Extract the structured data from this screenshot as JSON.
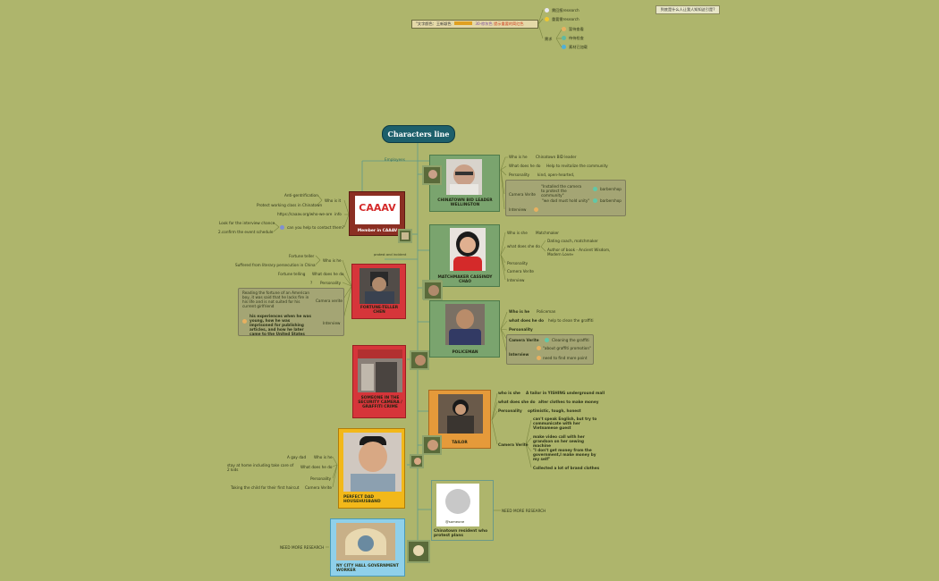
{
  "title": "Characters line",
  "note": "到底是什么人让我人知知这引是?",
  "header": {
    "prefix": "\"文字颜色：王新颖色",
    "middle": "30-棕灰色",
    "suffix": "提示重要的简红色"
  },
  "header_items": [
    "需回报research",
    "重要需research",
    "需求",
    "暂待查看",
    "待待检查",
    "素材已加载"
  ],
  "connector_label": "Employees",
  "connector_label2": "protest and incident",
  "characters": {
    "wellington": {
      "name": "CHINATOWN BID LEADER WELLINGTON",
      "rows": [
        {
          "k": "Who is he",
          "v": "Chinatown BID leader"
        },
        {
          "k": "What does he do",
          "v": "Help to revitalize the community"
        },
        {
          "k": "Personality",
          "v": "kind, open-hearted,"
        }
      ],
      "camera_label": "Camera Verite",
      "camera_q1": "\"Installed the camera to protect the community\"",
      "camera_t1": "barbershop",
      "camera_q2": "\"we dad must hold unity\"",
      "camera_t2": "barbershop",
      "interview": "Interview"
    },
    "cassandy": {
      "name": "MATCHMAKER  CASSINDY CHAO",
      "rows": [
        {
          "k": "Who is she",
          "v": "Matchmaker"
        },
        {
          "k": "what does she do",
          "v": "Dating coach, matchmaker"
        },
        {
          "k": "",
          "v": "Author of book - Ancient Wisdom, Modern Love»"
        }
      ],
      "personality": "Personality",
      "camera": "Camera Verite",
      "interview": "Interview"
    },
    "policeman": {
      "name": "POLICEMAN",
      "rows": [
        {
          "k": "Who is he",
          "v": "Policeman"
        },
        {
          "k": "what does he do",
          "v": "help to clean the graffiti"
        },
        {
          "k": "Personality",
          "v": ""
        }
      ],
      "camera_label": "Camera Verite",
      "camera_v": "Cleaning the graffiti",
      "interview": "Interview",
      "interview_q1": "\"about graffiti promotion\"",
      "interview_q2": "need to find more point"
    },
    "tailor": {
      "name": "TAILOR",
      "rows": [
        {
          "k": "who is she",
          "v": "A tailor in YISHING underground mall"
        },
        {
          "k": "what does she do",
          "v": "alter  clothes to make money"
        },
        {
          "k": "Personality",
          "v": "optimistic, tough, honest"
        }
      ],
      "camera": "Camera Verite",
      "camera_items": [
        "can't speak English, but try to communicate with her Vietnamese guest",
        "make video call with her grandson on her sewing machine",
        "\"I don't get money from the government,I make money by my self\"",
        "Collected a lot of brand clothes"
      ]
    },
    "resident": {
      "name": "Chinatown resident who protest plans",
      "handle": "@someone",
      "note": "NEED MORE RESEARCH"
    },
    "caaav": {
      "name": "Member in CAAAV",
      "logo": "CAAAV",
      "who": "Who is it",
      "who_v1": "Anti-gentrification",
      "who_v2": "Protect working class in Chinatown",
      "info": "info",
      "info_v": "https://caaav.org/who-we-are",
      "help": "can you help to contact them?",
      "help_v1": "Look for the interview chance",
      "help_v2": "2.confirm the event schedule"
    },
    "fortune": {
      "name": "FORTUNE-TELLER CHEN",
      "who": "Who is he",
      "who_v1": "Fortune teller",
      "who_v2": "Suffered from literary persecution in China",
      "do": "What does he do",
      "do_v": "Fortune telling",
      "personality": "Personality",
      "personality_v": "?",
      "camera": "Camera verite",
      "camera_v": "Reading the fortune of an American boy, it was said that he lacks fire in his life and is not suited for his current girlfriend",
      "interview": "Interview",
      "interview_v": "his experiences when he was young, how he was imprisoned for publishing articles, and how he later came to the United States"
    },
    "someone": {
      "name": "SOMEONE IN THE SECURITY CAMERA / GRAFFITI CRIME"
    },
    "dad": {
      "name": "PERFECT DAD HOUSEHUSBAND",
      "who": "Who is he",
      "who_v": "A gay dad",
      "do": "What does he do",
      "do_v": "stay at home including take care of 2 kids",
      "personality": "Personality",
      "camera": "Camera Verite",
      "camera_v": "Taking the child for their first haircut"
    },
    "cityhall": {
      "name": "NY CITY HALL GOVERNMENT WORKER",
      "note": "NEED MORE RESEARCH"
    }
  },
  "colors": {
    "background": "#aeb56c",
    "title_fill": "#1d5f6b",
    "green_card": "#7aa46e",
    "red_card": "#d6353a",
    "brown_card": "#8b2f23",
    "orange_card": "#e59a3a",
    "yellow_card": "#f2b81a",
    "blue_card": "#8fd0ea"
  }
}
